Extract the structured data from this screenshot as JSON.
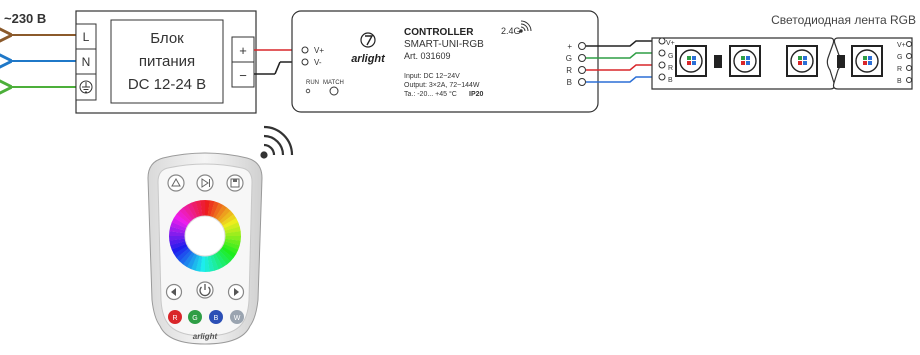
{
  "supply": {
    "voltage_label": "~230 В",
    "terminals": [
      "L",
      "N"
    ],
    "ground_symbol": "⏚",
    "title_lines": [
      "Блок",
      "питания",
      "DC 12-24 В"
    ],
    "out_plus": "+",
    "out_minus": "−"
  },
  "controller": {
    "inputs": [
      "V+",
      "V-"
    ],
    "brand": "arlight",
    "title": "CONTROLLER",
    "model": "SMART-UNI-RGB",
    "art": "Art. 031609",
    "band": "2.4G",
    "run_label": "RUN",
    "match_label": "MATCH",
    "spec_input": "Input: DC 12~24V",
    "spec_output": "Output: 3×2A, 72~144W",
    "spec_temp": "Ta.: -20... +45 °C",
    "spec_ip": "IP20",
    "outputs": [
      "+",
      "G",
      "R",
      "B"
    ]
  },
  "strip": {
    "title": "Светодиодная лента RGB",
    "pads_left": [
      "V+",
      "G",
      "R",
      "B"
    ],
    "pads_right": [
      "V+",
      "G",
      "R",
      "B"
    ]
  },
  "remote": {
    "brand": "arlight",
    "color_buttons": [
      "R",
      "G",
      "B",
      "W"
    ]
  },
  "colors": {
    "line_brown": "#8b5a2b",
    "line_blue": "#1f78c8",
    "line_green": "#4caf3a",
    "wire_red": "#d9262a",
    "wire_green": "#2e9e45",
    "wire_blue": "#2b6fd6",
    "outline": "#333333"
  }
}
